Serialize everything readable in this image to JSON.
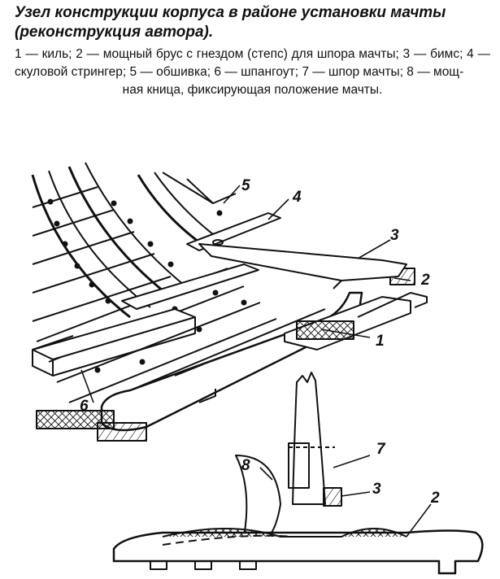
{
  "caption": {
    "title": "Узел конструкции корпуса в районе установки мачты (реконструкция автора).",
    "legend_line1": "1 — киль; 2 — мощный брус с гнездом (степс) для шпора мачты; 3 — бимс; 4 — скуловой стрингер; 5 — обшивка; 6 — шпангоут; 7 — шпор мачты; 8 — мощ-",
    "legend_line2": "ная кница, фиксирующая положение мачты."
  },
  "figure": {
    "callouts": {
      "keel": "1",
      "step_beam": "2",
      "beam": "3",
      "stringer": "4",
      "planking": "5",
      "frame": "6",
      "mast_heel": "7",
      "knee": "8",
      "section_step_beam": "2",
      "section_beam": "3"
    }
  }
}
